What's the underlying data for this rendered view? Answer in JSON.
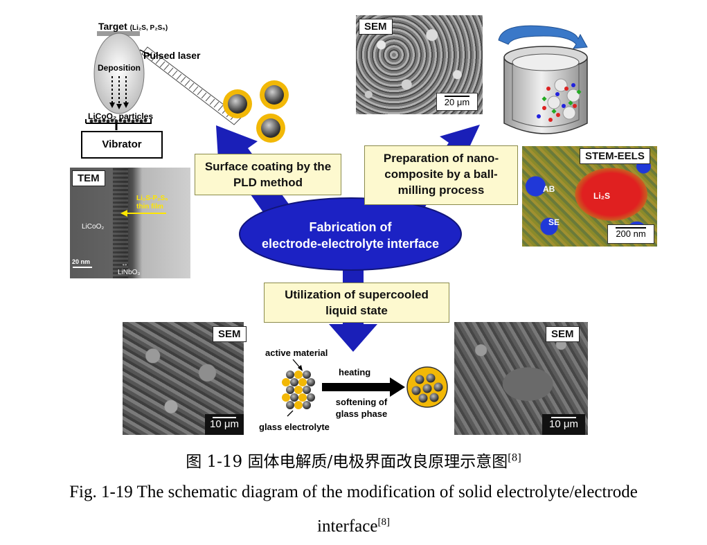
{
  "pld": {
    "target_label": "Target",
    "target_formula": "(Li₂S, P₂S₅)",
    "laser_label": "Pulsed laser",
    "deposition_label": "Deposition",
    "particles_label": "LiCoO₂ particles",
    "vibrator_label": "Vibrator"
  },
  "tem": {
    "tag": "TEM",
    "film_label_line1": "Li₂S-P₂S₅",
    "film_label_line2": "thin film",
    "licoo2_label": "LiCoO₂",
    "scale_label": "20 nm",
    "linbo3_label": "LiNbO₃"
  },
  "sem_top": {
    "tag": "SEM",
    "scale_label": "20 μm"
  },
  "stem": {
    "tag": "STEM-EELS",
    "ab_label": "AB",
    "li2s_label": "Li₂S",
    "se_label": "SE",
    "scale_label": "200 nm"
  },
  "boxes": {
    "surface_coating_line1": "Surface coating by the",
    "surface_coating_line2": "PLD method",
    "nanocomposite_line1": "Preparation of nano-",
    "nanocomposite_line2": "composite by a ball-",
    "nanocomposite_line3": "milling process",
    "supercooled_line1": "Utilization of supercooled",
    "supercooled_line2": "liquid state"
  },
  "center": {
    "line1": "Fabrication of",
    "line2": "electrode-electrolyte interface"
  },
  "bottom": {
    "sem_left_tag": "SEM",
    "sem_left_scale": "10 μm",
    "sem_right_tag": "SEM",
    "sem_right_scale": "10 μm",
    "active_material": "active material",
    "glass_electrolyte": "glass electrolyte",
    "heating": "heating",
    "softening_line1": "softening of",
    "softening_line2": "glass phase"
  },
  "caption": {
    "cn_text": "图 1-19  固体电解质/电极界面改良原理示意图",
    "cn_ref": "[8]",
    "en_line1": "Fig. 1-19 The schematic diagram of the modification of solid electrolyte/electrode",
    "en_line2": "interface",
    "en_ref": "[8]"
  },
  "colors": {
    "arrow_blue": "#1a1fb8",
    "ellipse_blue": "#1c22c4",
    "box_yellow": "#fdf9cf",
    "coating_gold": "#f2b807"
  }
}
